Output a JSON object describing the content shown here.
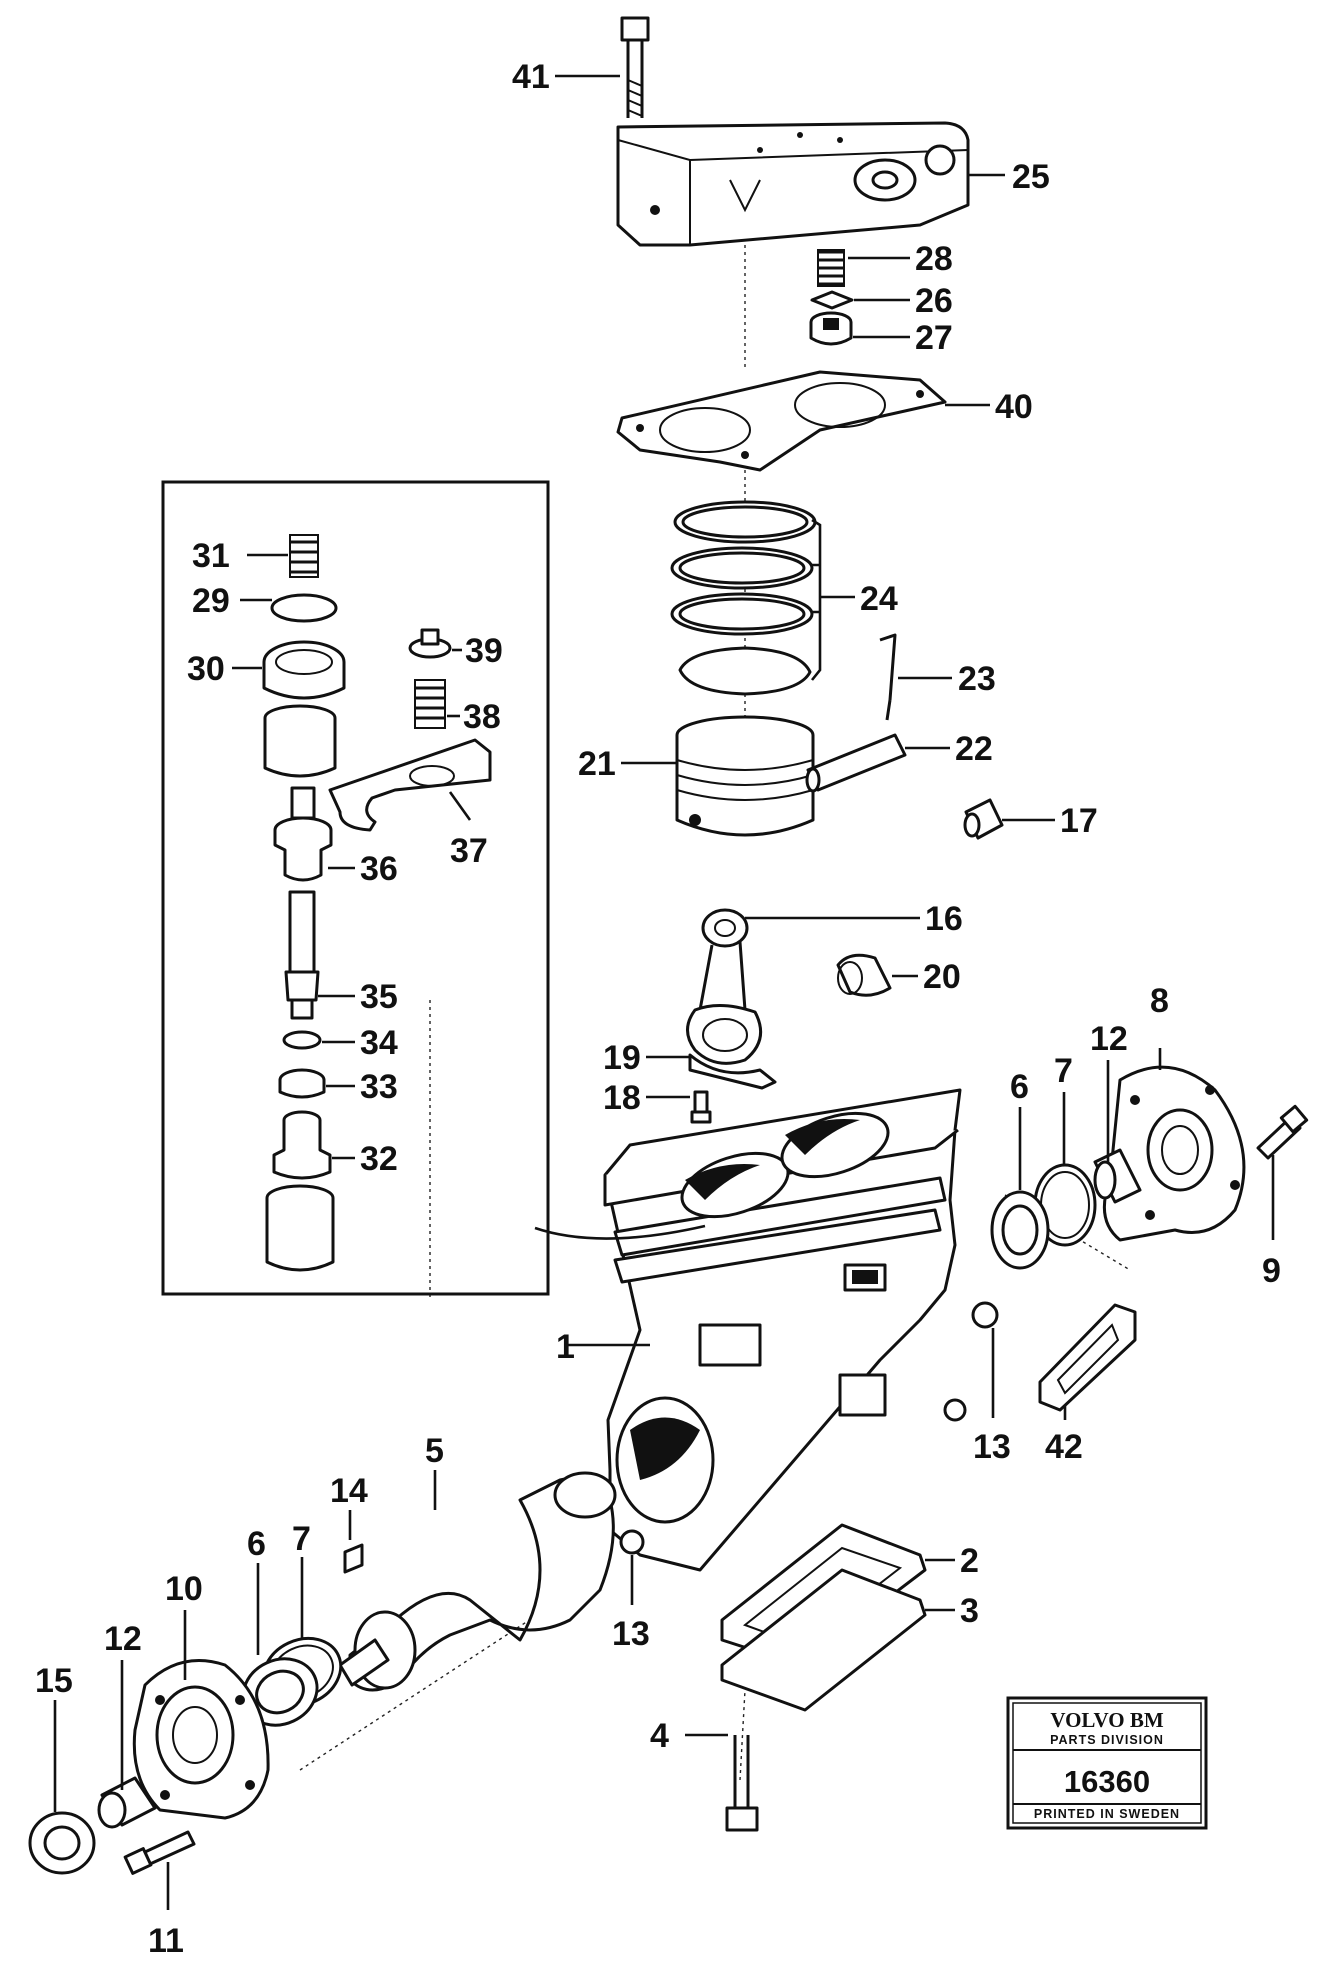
{
  "part_labels": {
    "p1": "1",
    "p2": "2",
    "p3": "3",
    "p4": "4",
    "p5": "5",
    "p6a": "6",
    "p6b": "6",
    "p7a": "7",
    "p7b": "7",
    "p8": "8",
    "p9": "9",
    "p10": "10",
    "p11": "11",
    "p12a": "12",
    "p12b": "12",
    "p13a": "13",
    "p13b": "13",
    "p14": "14",
    "p15": "15",
    "p16": "16",
    "p17": "17",
    "p18": "18",
    "p19": "19",
    "p20": "20",
    "p21": "21",
    "p22": "22",
    "p23": "23",
    "p24": "24",
    "p25": "25",
    "p26": "26",
    "p27": "27",
    "p28": "28",
    "p29": "29",
    "p30": "30",
    "p31": "31",
    "p32": "32",
    "p33": "33",
    "p34": "34",
    "p35": "35",
    "p36": "36",
    "p37": "37",
    "p38": "38",
    "p39": "39",
    "p40": "40",
    "p41": "41",
    "p42": "42"
  },
  "stamp": {
    "brand": "VOLVO BM",
    "division": "PARTS DIVISION",
    "number": "16360",
    "printed": "PRINTED IN SWEDEN"
  }
}
